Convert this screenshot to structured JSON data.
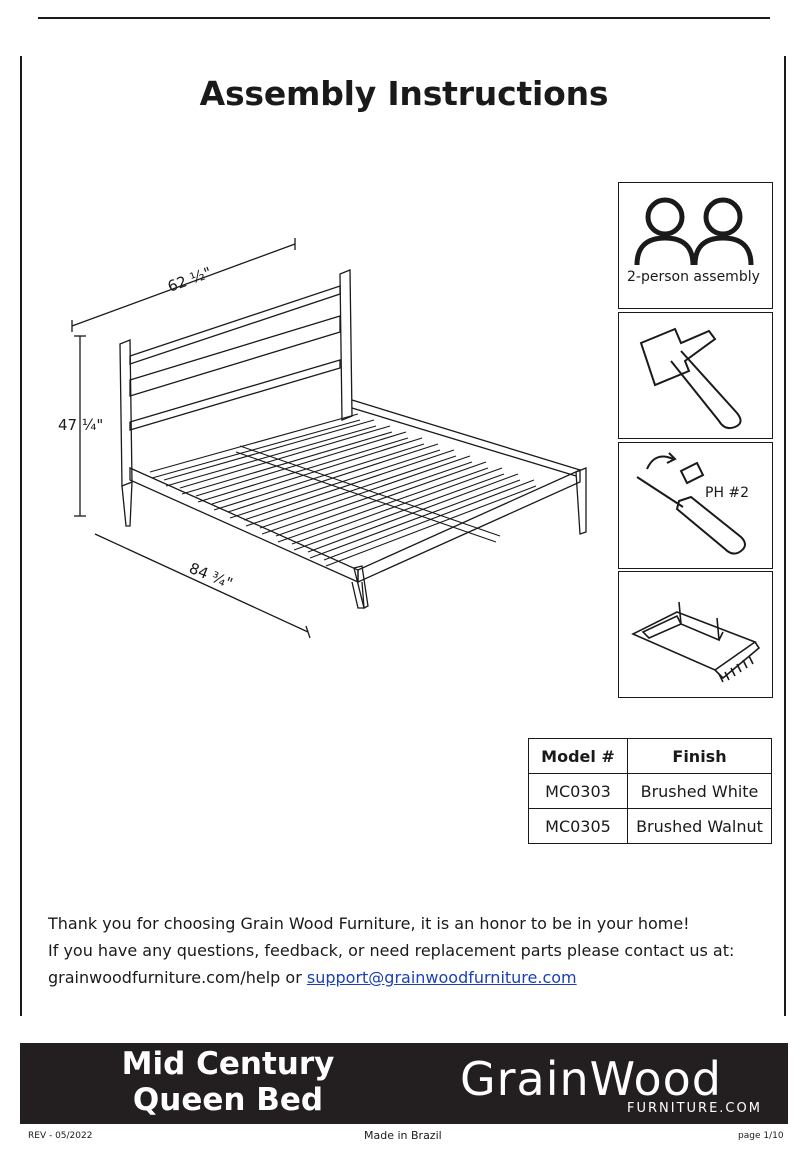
{
  "title": "Assembly Instructions",
  "dimensions": {
    "width": "62 ½\"",
    "height": "47 ¼\"",
    "length": "84 ¾\""
  },
  "requirements": [
    {
      "icon": "two-person-icon",
      "label": "2-person assembly"
    },
    {
      "icon": "hammer-icon",
      "label": ""
    },
    {
      "icon": "screwdriver-icon",
      "label": "PH #2"
    },
    {
      "icon": "protective-mat-icon",
      "label": ""
    }
  ],
  "finish_table": {
    "headers": [
      "Model #",
      "Finish"
    ],
    "rows": [
      [
        "MC0303",
        "Brushed White"
      ],
      [
        "MC0305",
        "Brushed Walnut"
      ]
    ]
  },
  "thanks": {
    "line1": "Thank you for choosing Grain Wood Furniture, it is an honor to be in your home!",
    "line2": "If you have any questions, feedback, or need replacement parts please contact us at:",
    "line3_prefix": "grainwoodfurniture.com/help or ",
    "email": "support@grainwoodfurniture.com"
  },
  "product": {
    "line1": "Mid Century",
    "line2": "Queen Bed"
  },
  "brand": {
    "name": "GrainWood",
    "sub": "FURNITURE.COM"
  },
  "footer": {
    "rev": "REV - 05/2022",
    "made_in": "Made in Brazil",
    "page": "page 1/10"
  },
  "colors": {
    "band": "#231f20",
    "link": "#1b3fb5"
  }
}
